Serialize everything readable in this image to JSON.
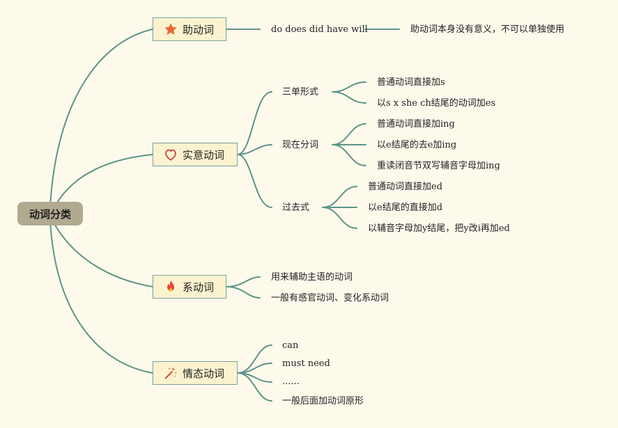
{
  "root": "动词分类",
  "branches": [
    {
      "label": "助动词",
      "icon": "star-icon"
    },
    {
      "label": "实意动词",
      "icon": "heart-icon"
    },
    {
      "label": "系动词",
      "icon": "fire-icon"
    },
    {
      "label": "情态动词",
      "icon": "magic-wand-icon"
    }
  ],
  "aux": {
    "items": "do does did have will",
    "note": "助动词本身没有意义，不可以单独使用"
  },
  "notional": {
    "third_person": {
      "label": "三单形式",
      "rules": [
        "普通动词直接加s",
        "以s x she ch结尾的动词加es"
      ]
    },
    "present_participle": {
      "label": "现在分词",
      "rules": [
        "普通动词直接加ing",
        "以e结尾的去e加ing",
        "重读闭音节双写辅音字母加ing"
      ]
    },
    "past_tense": {
      "label": "过去式",
      "rules": [
        "普通动词直接加ed",
        "以e结尾的直接加d",
        "以辅音字母加y结尾，把y改i再加ed"
      ]
    }
  },
  "linking": {
    "items": [
      "用来辅助主语的动词",
      "一般有感官动词、变化系动词"
    ]
  },
  "modal": {
    "items": [
      "can",
      "must need",
      "......",
      "一般后面加动词原形"
    ]
  },
  "colors": {
    "line": "#5c9488",
    "root_bg": "#b1a990",
    "node_bg": "#fbf3cf",
    "background": "#fdfaec"
  }
}
